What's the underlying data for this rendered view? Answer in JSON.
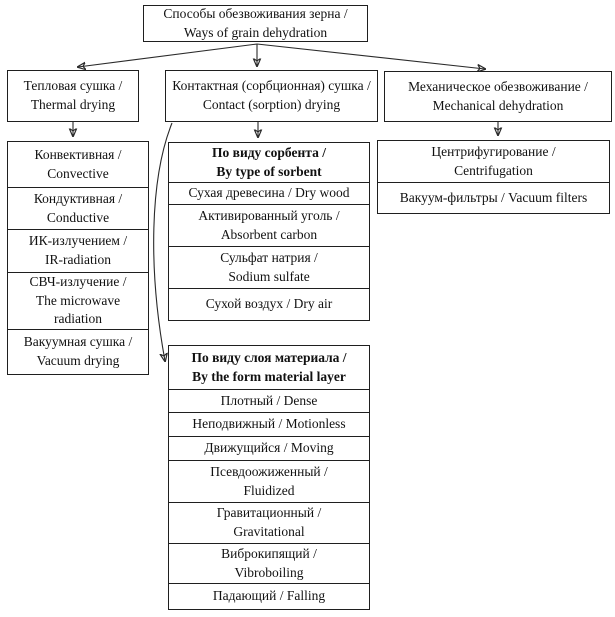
{
  "title": {
    "lines": [
      "Способы обезвоживания зерна /",
      "Ways of grain dehydration"
    ]
  },
  "level2": {
    "thermal": {
      "lines": [
        "Тепловая сушка /",
        "Thermal drying"
      ]
    },
    "contact": {
      "lines": [
        "Контактная (сорбционная) сушка /",
        "Contact (sorption) drying"
      ]
    },
    "mechanical": {
      "lines": [
        "Механическое обезвоживание /",
        "Mechanical dehydration"
      ]
    }
  },
  "thermal_methods": {
    "rows": [
      {
        "lines": [
          "Конвективная /",
          "Convective"
        ]
      },
      {
        "lines": [
          "Кондуктивная /",
          "Conductive"
        ]
      },
      {
        "lines": [
          "ИК-излучением /",
          "IR-radiation"
        ]
      },
      {
        "lines": [
          "СВЧ-излучение /",
          "The microwave",
          "radiation"
        ]
      },
      {
        "lines": [
          "Вакуумная сушка /",
          "Vacuum drying"
        ]
      }
    ]
  },
  "sorbent_group": {
    "header": {
      "lines": [
        "По виду сорбента /",
        "By type of sorbent"
      ]
    },
    "rows": [
      {
        "lines": [
          "Сухая древесина / Dry wood"
        ]
      },
      {
        "lines": [
          "Активированный уголь /",
          "Absorbent carbon"
        ]
      },
      {
        "lines": [
          "Сульфат натрия /",
          "Sodium sulfate"
        ]
      },
      {
        "lines": [
          "Сухой воздух / Dry air"
        ]
      }
    ]
  },
  "layer_group": {
    "header": {
      "lines": [
        "По виду слоя материала /",
        "By the form material layer"
      ]
    },
    "rows": [
      {
        "lines": [
          "Плотный / Dense"
        ]
      },
      {
        "lines": [
          "Неподвижный / Motionless"
        ]
      },
      {
        "lines": [
          "Движущийся / Moving"
        ]
      },
      {
        "lines": [
          "Псевдоожиженный /",
          "Fluidized"
        ]
      },
      {
        "lines": [
          "Гравитационный /",
          "Gravitational"
        ]
      },
      {
        "lines": [
          "Виброкипящий /",
          "Vibroboiling"
        ]
      },
      {
        "lines": [
          "Падающий / Falling"
        ]
      }
    ]
  },
  "mechanical_methods": {
    "rows": [
      {
        "lines": [
          "Центрифугирование /",
          "Centrifugation"
        ]
      },
      {
        "lines": [
          "Вакуум-фильтры / Vacuum filters"
        ]
      }
    ]
  },
  "connections": [
    {
      "from": "root",
      "to": "thermal"
    },
    {
      "from": "root",
      "to": "contact"
    },
    {
      "from": "root",
      "to": "mechanical"
    },
    {
      "from": "thermal",
      "to": "thermal-methods"
    },
    {
      "from": "contact",
      "to": "sorbent-group"
    },
    {
      "from": "contact",
      "to": "layer-group"
    },
    {
      "from": "mechanical",
      "to": "mechanical-methods"
    },
    {
      "from": "sorbent-header",
      "to": "sorbent-rows"
    }
  ],
  "colors": {
    "background": "#ffffff",
    "border": "#1f1f1f",
    "text": "#111111",
    "line": "#2a2a2a"
  }
}
